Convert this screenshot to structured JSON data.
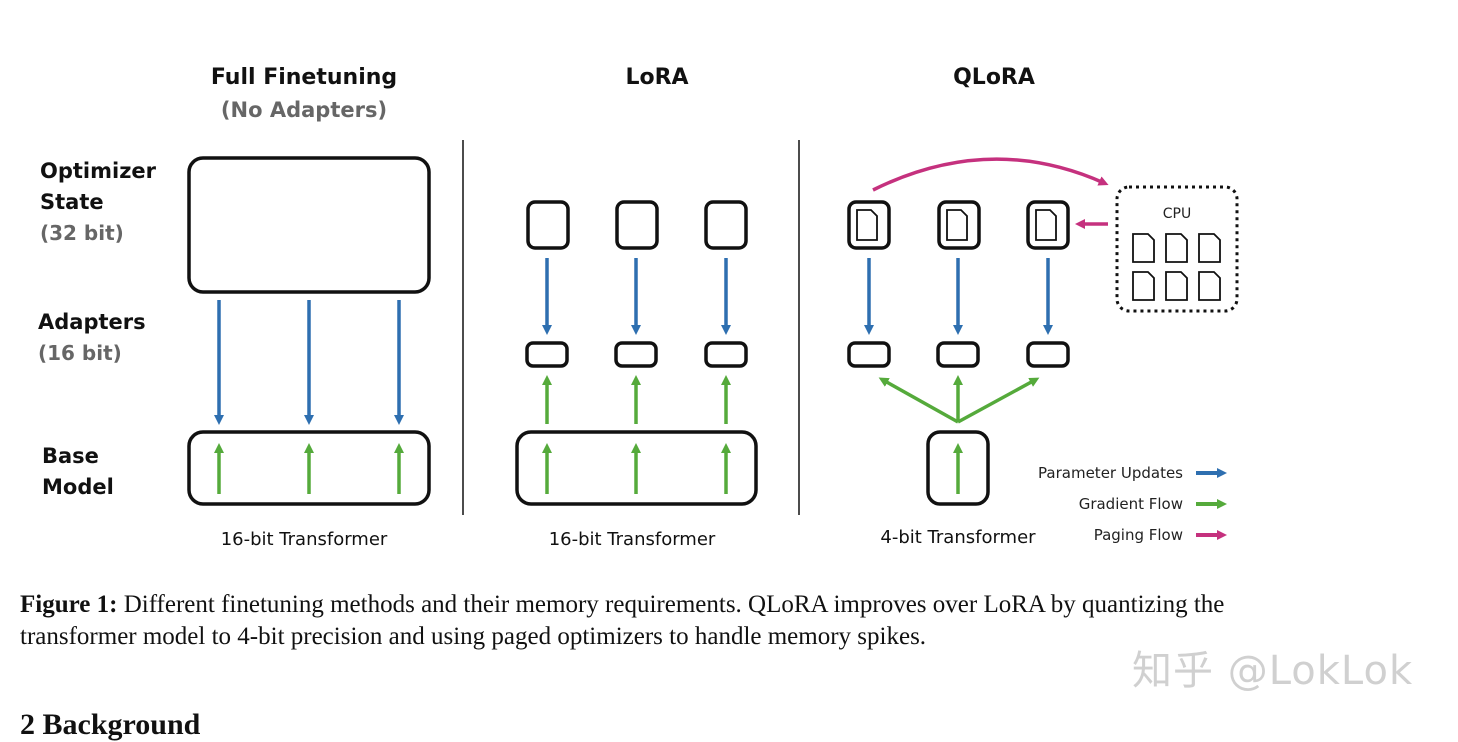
{
  "columns": [
    {
      "title": "Full Finetuning",
      "subtitle": "(No Adapters)",
      "caption": "16-bit Transformer"
    },
    {
      "title": "LoRA",
      "subtitle": "",
      "caption": "16-bit Transformer"
    },
    {
      "title": "QLoRA",
      "subtitle": "",
      "caption": "4-bit Transformer"
    }
  ],
  "rows": {
    "optimizer": {
      "line1": "Optimizer",
      "line2": "State",
      "bits": "(32 bit)"
    },
    "adapters": {
      "line1": "Adapters",
      "bits": "(16 bit)"
    },
    "base": {
      "line1": "Base",
      "line2": "Model"
    }
  },
  "cpu": {
    "label": "CPU"
  },
  "legend": [
    {
      "label": "Parameter Updates",
      "color": "#2e6fb0"
    },
    {
      "label": "Gradient Flow",
      "color": "#55aa3b"
    },
    {
      "label": "Paging Flow",
      "color": "#c5317e"
    }
  ],
  "caption": {
    "label": "Figure 1:",
    "text": "Different finetuning methods and their memory requirements. QLoRA improves over LoRA by quantizing the transformer model to 4-bit precision and using paged optimizers to handle memory spikes."
  },
  "section": {
    "heading": "2 Background"
  },
  "watermark": "知乎 @LokLok"
}
